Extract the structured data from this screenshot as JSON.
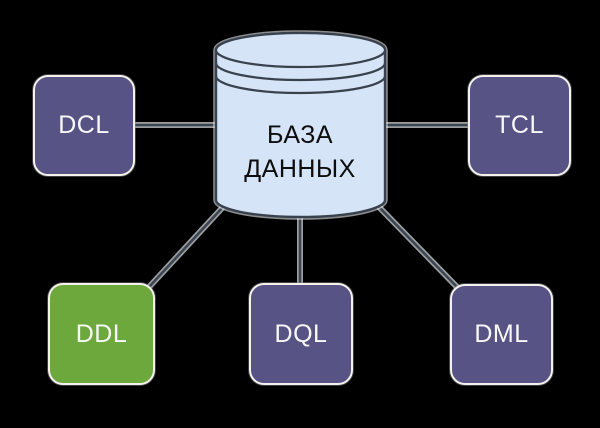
{
  "diagram": {
    "background": "#000000",
    "database": {
      "label": "БАЗА ДАННЫХ",
      "shape": "cylinder",
      "fill": "#d6e4f7",
      "stroke": "#38424e",
      "text_color": "#0d0d0d"
    },
    "nodes": [
      {
        "id": "dcl",
        "label": "DCL",
        "color": "#585385",
        "text_color": "#f8f8f8"
      },
      {
        "id": "tcl",
        "label": "TCL",
        "color": "#585385",
        "text_color": "#f8f8f8"
      },
      {
        "id": "ddl",
        "label": "DDL",
        "color": "#6ca83c",
        "text_color": "#f8f8f8"
      },
      {
        "id": "dql",
        "label": "DQL",
        "color": "#585385",
        "text_color": "#f8f8f8"
      },
      {
        "id": "dml",
        "label": "DML",
        "color": "#585385",
        "text_color": "#f8f8f8"
      }
    ],
    "edges": [
      {
        "from": "dcl",
        "to": "database"
      },
      {
        "from": "tcl",
        "to": "database"
      },
      {
        "from": "ddl",
        "to": "database"
      },
      {
        "from": "dql",
        "to": "database"
      },
      {
        "from": "dml",
        "to": "database"
      }
    ],
    "connector_color": "#3a4653",
    "casing_color": "#ffffff"
  }
}
